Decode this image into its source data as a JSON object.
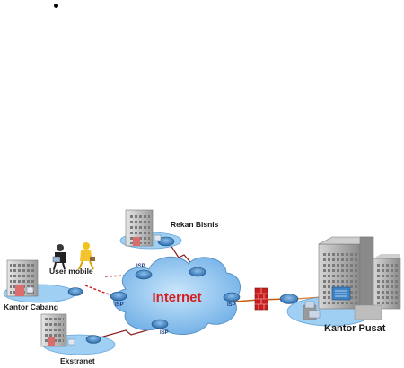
{
  "labels": {
    "rekan_bisnis": "Rekan Bisnis",
    "user_mobile": "User mobile",
    "kantor_cabang": "Kantor Cabang",
    "ekstranet": "Ekstranet",
    "internet": "Internet",
    "kantor_pusat": "Kantor Pusat",
    "isp_cabang": "ISP",
    "isp_ekstranet": "ISP",
    "isp_pusat": "ISP",
    "isp_mobile": "ISP"
  },
  "colors": {
    "internet_cloud": "#8fc6f2",
    "internet_text": "#d71e1e",
    "vpn_link": "#c41c1c",
    "serial_link": "#8a1a1a",
    "router": "#3f83c3",
    "building": "#b9b9b9",
    "firewall": "#c81e1e"
  }
}
